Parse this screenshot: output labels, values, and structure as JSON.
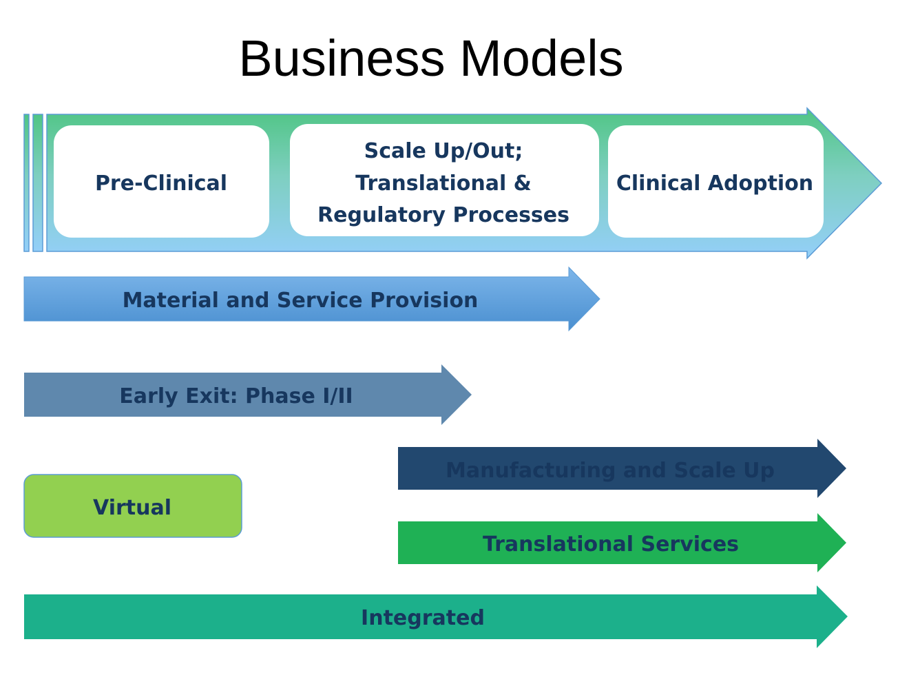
{
  "title": "Business Models",
  "stages": [
    {
      "id": "pre-clinical",
      "lines": [
        "Pre-Clinical"
      ]
    },
    {
      "id": "scale-up",
      "lines": [
        "Scale Up/Out;",
        "Translational &",
        "Regulatory Processes"
      ]
    },
    {
      "id": "clinical-adoption",
      "lines": [
        "Clinical Adoption"
      ]
    }
  ],
  "models": {
    "material": "Material and Service Provision",
    "early_exit": "Early Exit: Phase I/II",
    "manufacturing": "Manufacturing and Scale Up",
    "virtual": "Virtual",
    "translational": "Translational Services",
    "integrated": "Integrated"
  },
  "colors": {
    "text": "#17375e",
    "stage_arrow_top": "#4fc584",
    "stage_arrow_bottom": "#8fcdf8",
    "material": "#5b9bd5",
    "early_exit": "#5f88ad",
    "manufacturing": "#22486f",
    "virtual": "#92d050",
    "translational": "#1fb155",
    "integrated": "#1cb08b"
  }
}
